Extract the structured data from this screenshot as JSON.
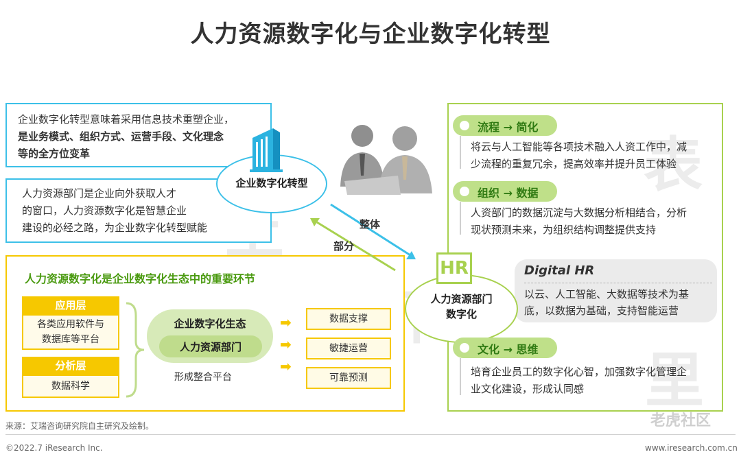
{
  "title": "人力资源数字化与企业数字化转型",
  "left_top": {
    "line1": "企业数字化转型意味着采用信息技术重塑企业，",
    "line2": "是业务模式、组织方式、运营手段、文化理念",
    "line3": "等的全方位变革"
  },
  "left_mid": {
    "line1": "人力资源部门是企业向外获取人才",
    "line2": "的窗口，人力资源数字化是智慧企业",
    "line3": "建设的必经之路，为企业数字化转型赋能"
  },
  "oval_top": "企业数字化转型",
  "oval_bottom": {
    "line1": "人力资源部门",
    "line2": "数字化"
  },
  "hr_logo": "HR",
  "arrows": {
    "whole": "整体",
    "part": "部分"
  },
  "watermarks": {
    "shang": "上",
    "xia": "下",
    "biao": "表",
    "li": "里"
  },
  "eco_box": {
    "title": "人力资源数字化是企业数字化生态中的重要环节",
    "app_layer": {
      "head": "应用层",
      "line1": "各类应用软件与",
      "line2": "数据库等平台"
    },
    "analysis_layer": {
      "head": "分析层",
      "body": "数据科学"
    },
    "eco_label": "企业数字化生态",
    "hr_label": "人力资源部门",
    "platform": "形成整合平台",
    "outputs": [
      "数据支撑",
      "敏捷运营",
      "可靠预测"
    ]
  },
  "right": {
    "items": [
      {
        "head": "流程 → 简化",
        "line1": "将云与人工智能等各项技术融入人资工作中，减",
        "line2": "少流程的重复冗余，提高效率并提升员工体验"
      },
      {
        "head": "组织 → 数据",
        "line1": "人资部门的数据沉淀与大数据分析相结合，分析",
        "line2": "现状预测未来，为组织结构调整提供支持"
      },
      {
        "head": "文化 → 思维",
        "line1": "培育企业员工的数字化心智，加强数字化管理企",
        "line2": "业文化建设，形成认同感"
      }
    ],
    "digital_hr": {
      "title": "Digital HR",
      "line1": "以云、人工智能、大数据等技术为基",
      "line2": "底，以数据为基础，支持智能运营"
    }
  },
  "footer": {
    "source": "来源：艾瑞咨询研究院自主研究及绘制。",
    "copyright": "©2022.7 iResearch Inc.",
    "site": "www.iresearch.com.cn",
    "brand": "老虎社区"
  }
}
